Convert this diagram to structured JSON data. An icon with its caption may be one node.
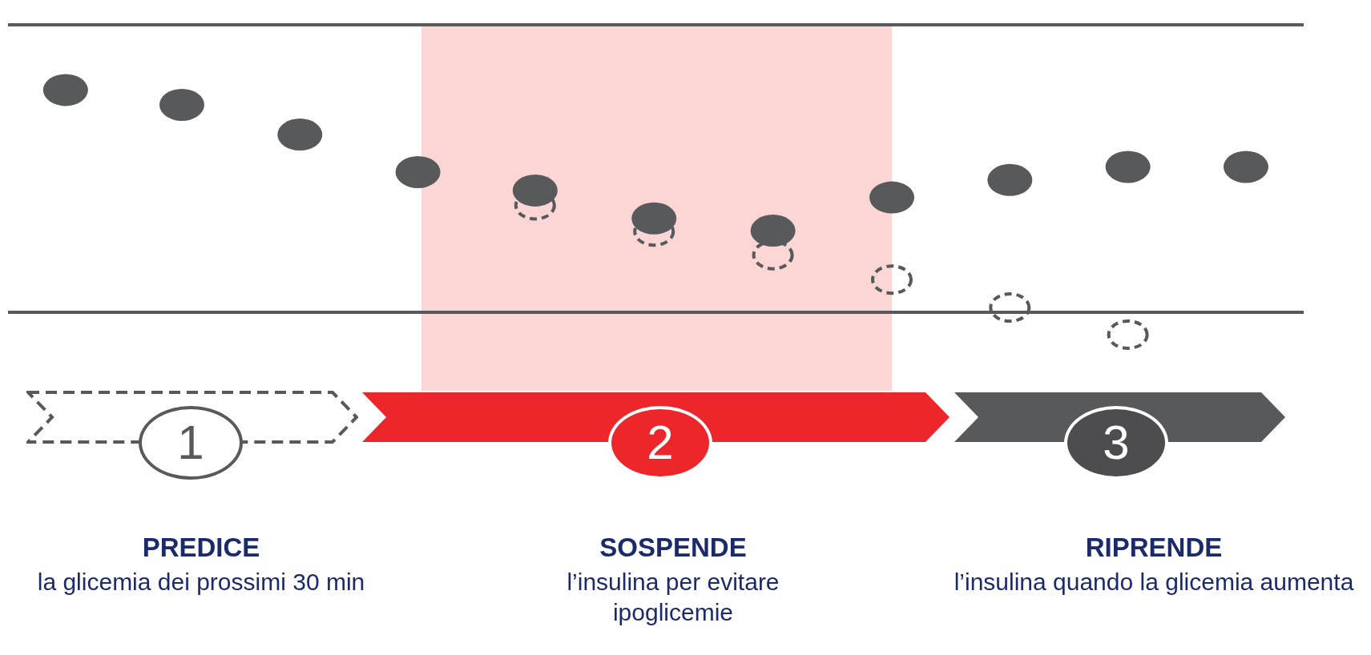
{
  "diagram": {
    "nodes": [
      {
        "text": [
          "1"
        ],
        "beside": [
          "PREDICE",
          "la glicemia dei prossimi 30 min"
        ]
      },
      {
        "text": [
          "2"
        ],
        "beside": [
          "SOSPENDE",
          "l’insulina per evitare ipoglicemie"
        ]
      },
      {
        "text": [
          "3"
        ],
        "beside": [
          "RIPRENDE",
          "l’insulina quando la glicemia aumenta"
        ]
      }
    ]
  }
}
